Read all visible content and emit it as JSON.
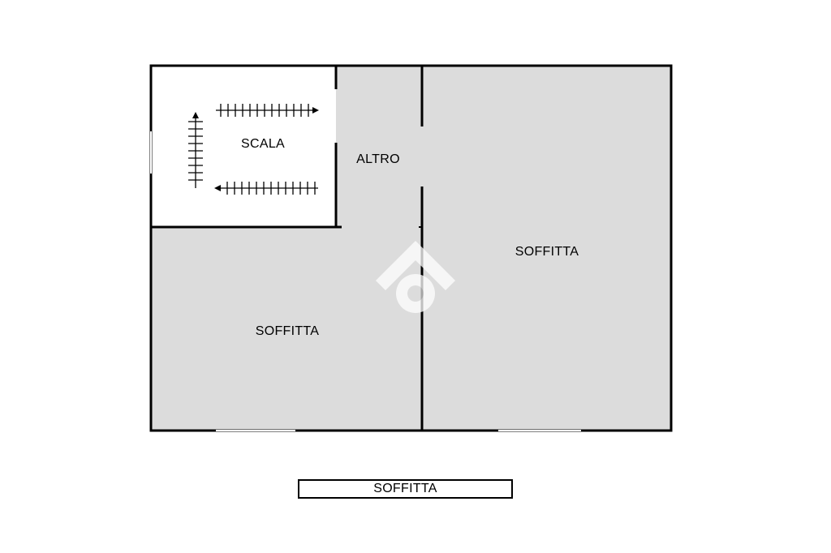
{
  "colors": {
    "room_fill": "#dcdcdc",
    "stair_fill": "#ffffff",
    "wall": "#000000",
    "watermark": "#ffffff"
  },
  "rooms": {
    "stairs": {
      "label": "SCALA"
    },
    "other": {
      "label": "ALTRO"
    },
    "attic_left": {
      "label": "SOFFITTA"
    },
    "attic_right": {
      "label": "SOFFITTA"
    }
  },
  "floor": {
    "caption": "SOFFITTA"
  },
  "icons": {
    "stair_arrows": "stair-arrow-icon",
    "watermark": "house-logo-icon"
  }
}
